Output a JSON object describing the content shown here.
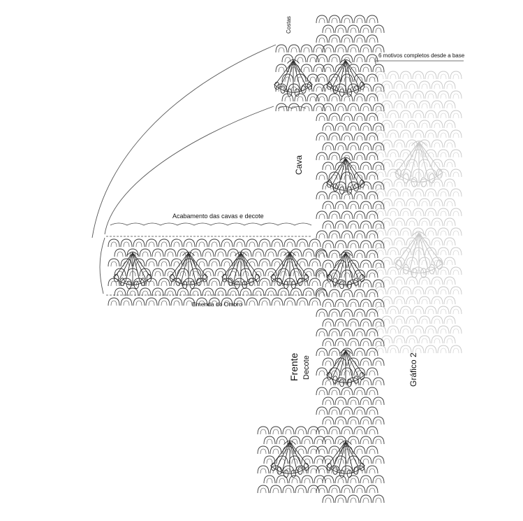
{
  "labels": {
    "costas": "Costas",
    "motivos": "6 motivos completos desde a base",
    "cava": "Cava",
    "acabamento": "Acabamento das cavas e decote",
    "emenda": "Emenda do Ombro",
    "frente": "Frente",
    "decote": "Decote",
    "grafico": "Gráfico 2"
  },
  "colors": {
    "ink": "#3a3a3a",
    "faded": "#c8c8c8",
    "background": "#ffffff"
  }
}
